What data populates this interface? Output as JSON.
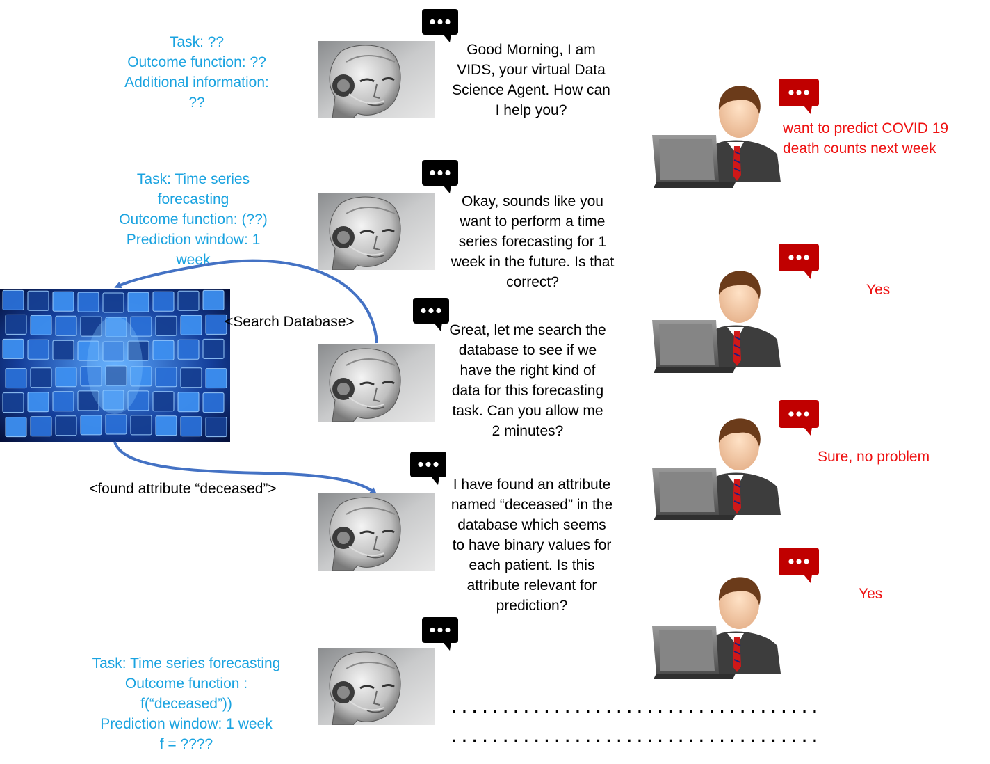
{
  "state_blocks": [
    {
      "lines": [
        "Task: ??",
        "Outcome function: ??",
        "Additional information:",
        "??"
      ]
    },
    {
      "lines": [
        "Task: Time series",
        "forecasting",
        "Outcome function: (??)",
        "Prediction window: 1",
        "week"
      ]
    },
    {
      "lines": [
        "Task: Time series forecasting",
        "Outcome function :",
        "f(“deceased”))",
        "Prediction window: 1 week",
        "f = ????"
      ]
    }
  ],
  "agent_messages": [
    {
      "lines": [
        "Good Morning, I am",
        "VIDS, your virtual Data",
        "Science Agent. How can",
        "I help you?"
      ]
    },
    {
      "lines": [
        "Okay, sounds like you",
        "want to perform a time",
        "series forecasting for 1",
        "week in the future. Is that",
        "correct?"
      ]
    },
    {
      "lines": [
        "Great, let me search the",
        "database to see if we",
        "have the right kind of",
        "data for this forecasting",
        "task.  Can you allow me",
        "2 minutes?"
      ]
    },
    {
      "lines": [
        "I have found an attribute",
        "named “deceased” in the",
        "database which seems",
        "to have binary values for",
        "each patient. Is this",
        "attribute relevant for",
        "prediction?"
      ]
    }
  ],
  "user_messages": [
    {
      "lines": [
        "want to predict COVID 19",
        "death counts next week"
      ]
    },
    {
      "lines": [
        "Yes"
      ]
    },
    {
      "lines": [
        "Sure, no problem"
      ]
    },
    {
      "lines": [
        "Yes"
      ]
    }
  ],
  "arrow_labels": {
    "search": "<Search Database>",
    "found": "<found attribute “deceased”>"
  },
  "continuation": ". . . . . . . . . . . . . . . . . . . . . . . . . . . . . . . . . . . .",
  "colors": {
    "state_text": "#1aa3e0",
    "user_text": "#ee1111",
    "arrow": "#4472c4",
    "user_bubble": "#c00000"
  },
  "icons": [
    "robot-head-icon",
    "businessman-laptop-icon",
    "chat-bubble-icon",
    "database-screens-icon"
  ]
}
